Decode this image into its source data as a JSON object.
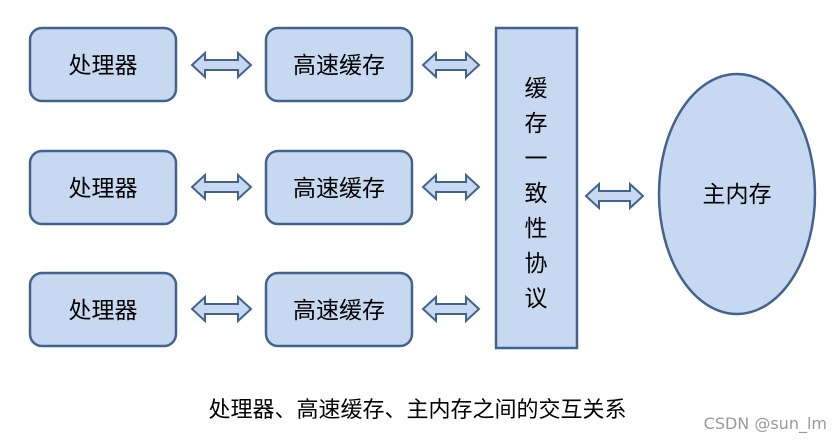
{
  "diagram": {
    "rows": [
      {
        "processor": "处理器",
        "cache": "高速缓存"
      },
      {
        "processor": "处理器",
        "cache": "高速缓存"
      },
      {
        "processor": "处理器",
        "cache": "高速缓存"
      }
    ],
    "protocol_chars": [
      "缓",
      "存",
      "一",
      "致",
      "性",
      "协",
      "议"
    ],
    "main_memory": "主内存",
    "caption": "处理器、高速缓存、主内存之间的交互关系",
    "colors": {
      "fill": "#c6d9f1",
      "stroke": "#44628e"
    }
  },
  "watermark": "CSDN @sun_lm"
}
